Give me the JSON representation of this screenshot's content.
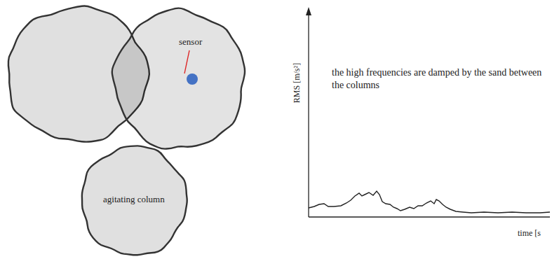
{
  "diagram": {
    "nodes": [
      {
        "text": [
          "sensor"
        ]
      },
      {
        "text": [
          "agitating column"
        ]
      }
    ],
    "labels": [
      "RMS [m/s²]",
      "the high frequencies are damped by the sand between the columns",
      "time [s"
    ]
  }
}
